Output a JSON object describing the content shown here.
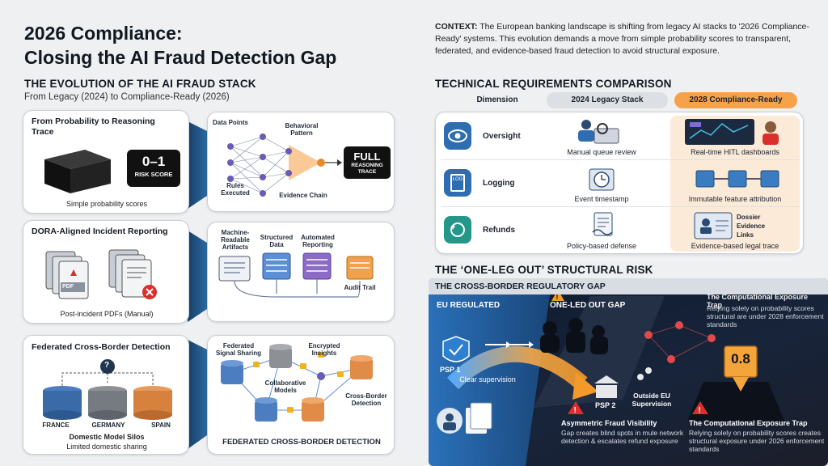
{
  "header": {
    "title_line1": "2026 Compliance:",
    "title_line2": "Closing the AI Fraud Detection Gap",
    "context_label": "CONTEXT:",
    "context_text": "The European banking landscape is shifting from legacy AI stacks to '2026 Compliance-Ready' systems. This evolution demands a move from simple probability scores to transparent, federated, and evidence-based fraud detection to avoid structural exposure."
  },
  "evolution": {
    "heading": "THE EVOLUTION OF THE AI FRAUD STACK",
    "subheading": "From Legacy (2024) to Compliance-Ready (2026)",
    "reasoning": {
      "title": "From Probability to Reasoning Trace",
      "score_value": "0–1",
      "score_label": "RISK SCORE",
      "caption": "Simple probability scores",
      "labels": {
        "data_points": "Data Points",
        "behavioral": "Behavioral Pattern",
        "rules": "Rules Executed",
        "evidence": "Evidence Chain",
        "full": "FULL",
        "reasoning_trace": "REASONING TRACE"
      }
    },
    "dora": {
      "title": "DORA-Aligned Incident Reporting",
      "pdf": "PDF",
      "caption": "Post-incident PDFs (Manual)",
      "labels": {
        "machine": "Machine-Readable Artifacts",
        "structured": "Structured Data",
        "automated": "Automated Reporting",
        "audit": "Audit Trail"
      }
    },
    "federated": {
      "title": "Federated Cross-Border Detection",
      "question": "?",
      "countries": [
        "FRANCE",
        "GERMANY",
        "SPAIN"
      ],
      "caption_bold": "Domestic Model Silos",
      "caption": "Limited domestic sharing",
      "labels": {
        "signal": "Federated Signal Sharing",
        "encrypted": "Encrypted Insights",
        "collab": "Collaborative Models",
        "cross": "Cross-Border Detection",
        "bottom": "FEDERATED CROSS-BORDER DETECTION"
      }
    }
  },
  "comparison": {
    "heading": "TECHNICAL REQUIREMENTS COMPARISON",
    "col_dimension": "Dimension",
    "col_legacy": "2024 Legacy Stack",
    "col_ready": "2028 Compliance-Ready",
    "rows": [
      {
        "label": "Oversight",
        "legacy": "Manual queue review",
        "ready": "Real-time HITL dashboards"
      },
      {
        "label": "Logging",
        "legacy": "Event timestamp",
        "ready": "Immutable feature attribution"
      },
      {
        "label": "Refunds",
        "legacy": "Policy-based defense",
        "ready": "Evidence-based legal trace"
      }
    ],
    "logging_icon_text": "LOG",
    "refund_tags": [
      "Dossier",
      "Evidence",
      "Links"
    ]
  },
  "risk": {
    "heading": "THE ‘ONE-LEG OUT’ STRUCTURAL RISK",
    "panel_title": "THE CROSS-BORDER REGULATORY GAP",
    "eu_regulated": "EU REGULATED",
    "gap_label": "ONE-LED OUT GAP",
    "psp1": "PSP 1",
    "clear": "Clear supervision",
    "psp2": "PSP 2",
    "outside": "Outside EU Supervision",
    "trap_title": "The Computational Exposure Trap",
    "trap_text": "Relying solely on probability scores structural are under 2028 enforcement standards",
    "score": "0.8",
    "asym_title": "Asymmetric Fraud Visibility",
    "asym_text": "Gap creates blind spots in mule network detection & escalates refund exposure",
    "trap2_title": "The Computational Exposure Trap",
    "trap2_text": "Relying solely on probability scores creates structural exposure under 2026 enforcement standards"
  },
  "colors": {
    "navy": "#1f4e7a",
    "legacy_header": "#dcdfe3",
    "ready_header": "#f6a24a",
    "warning_red": "#d9302c",
    "gap_orange": "#f39a2b"
  }
}
